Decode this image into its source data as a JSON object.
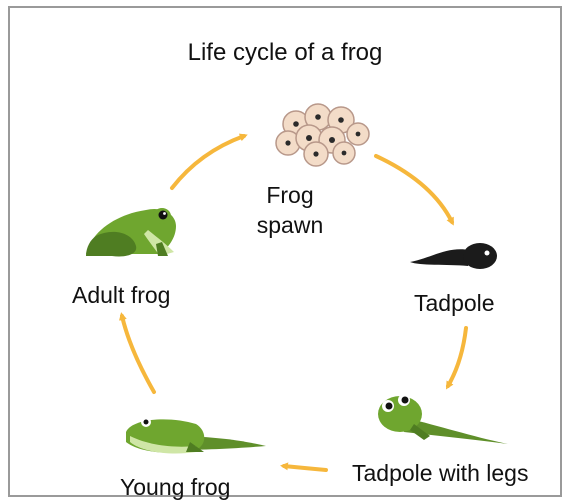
{
  "title": "Life cycle of a frog",
  "stages": {
    "spawn_line1": "Frog",
    "spawn_line2": "spawn",
    "tadpole": "Tadpole",
    "tadpole_legs": "Tadpole with legs",
    "young_frog": "Young frog",
    "adult_frog": "Adult frog"
  },
  "colors": {
    "arrow": "#f6b73c",
    "frog_green": "#6fa62f",
    "frog_dark": "#3f6a1c",
    "egg": "#f3dcc8",
    "tadpole_black": "#1b1b1b"
  },
  "icons": [
    "frog-spawn-icon",
    "tadpole-icon",
    "tadpole-with-legs-icon",
    "young-frog-icon",
    "adult-frog-icon"
  ]
}
